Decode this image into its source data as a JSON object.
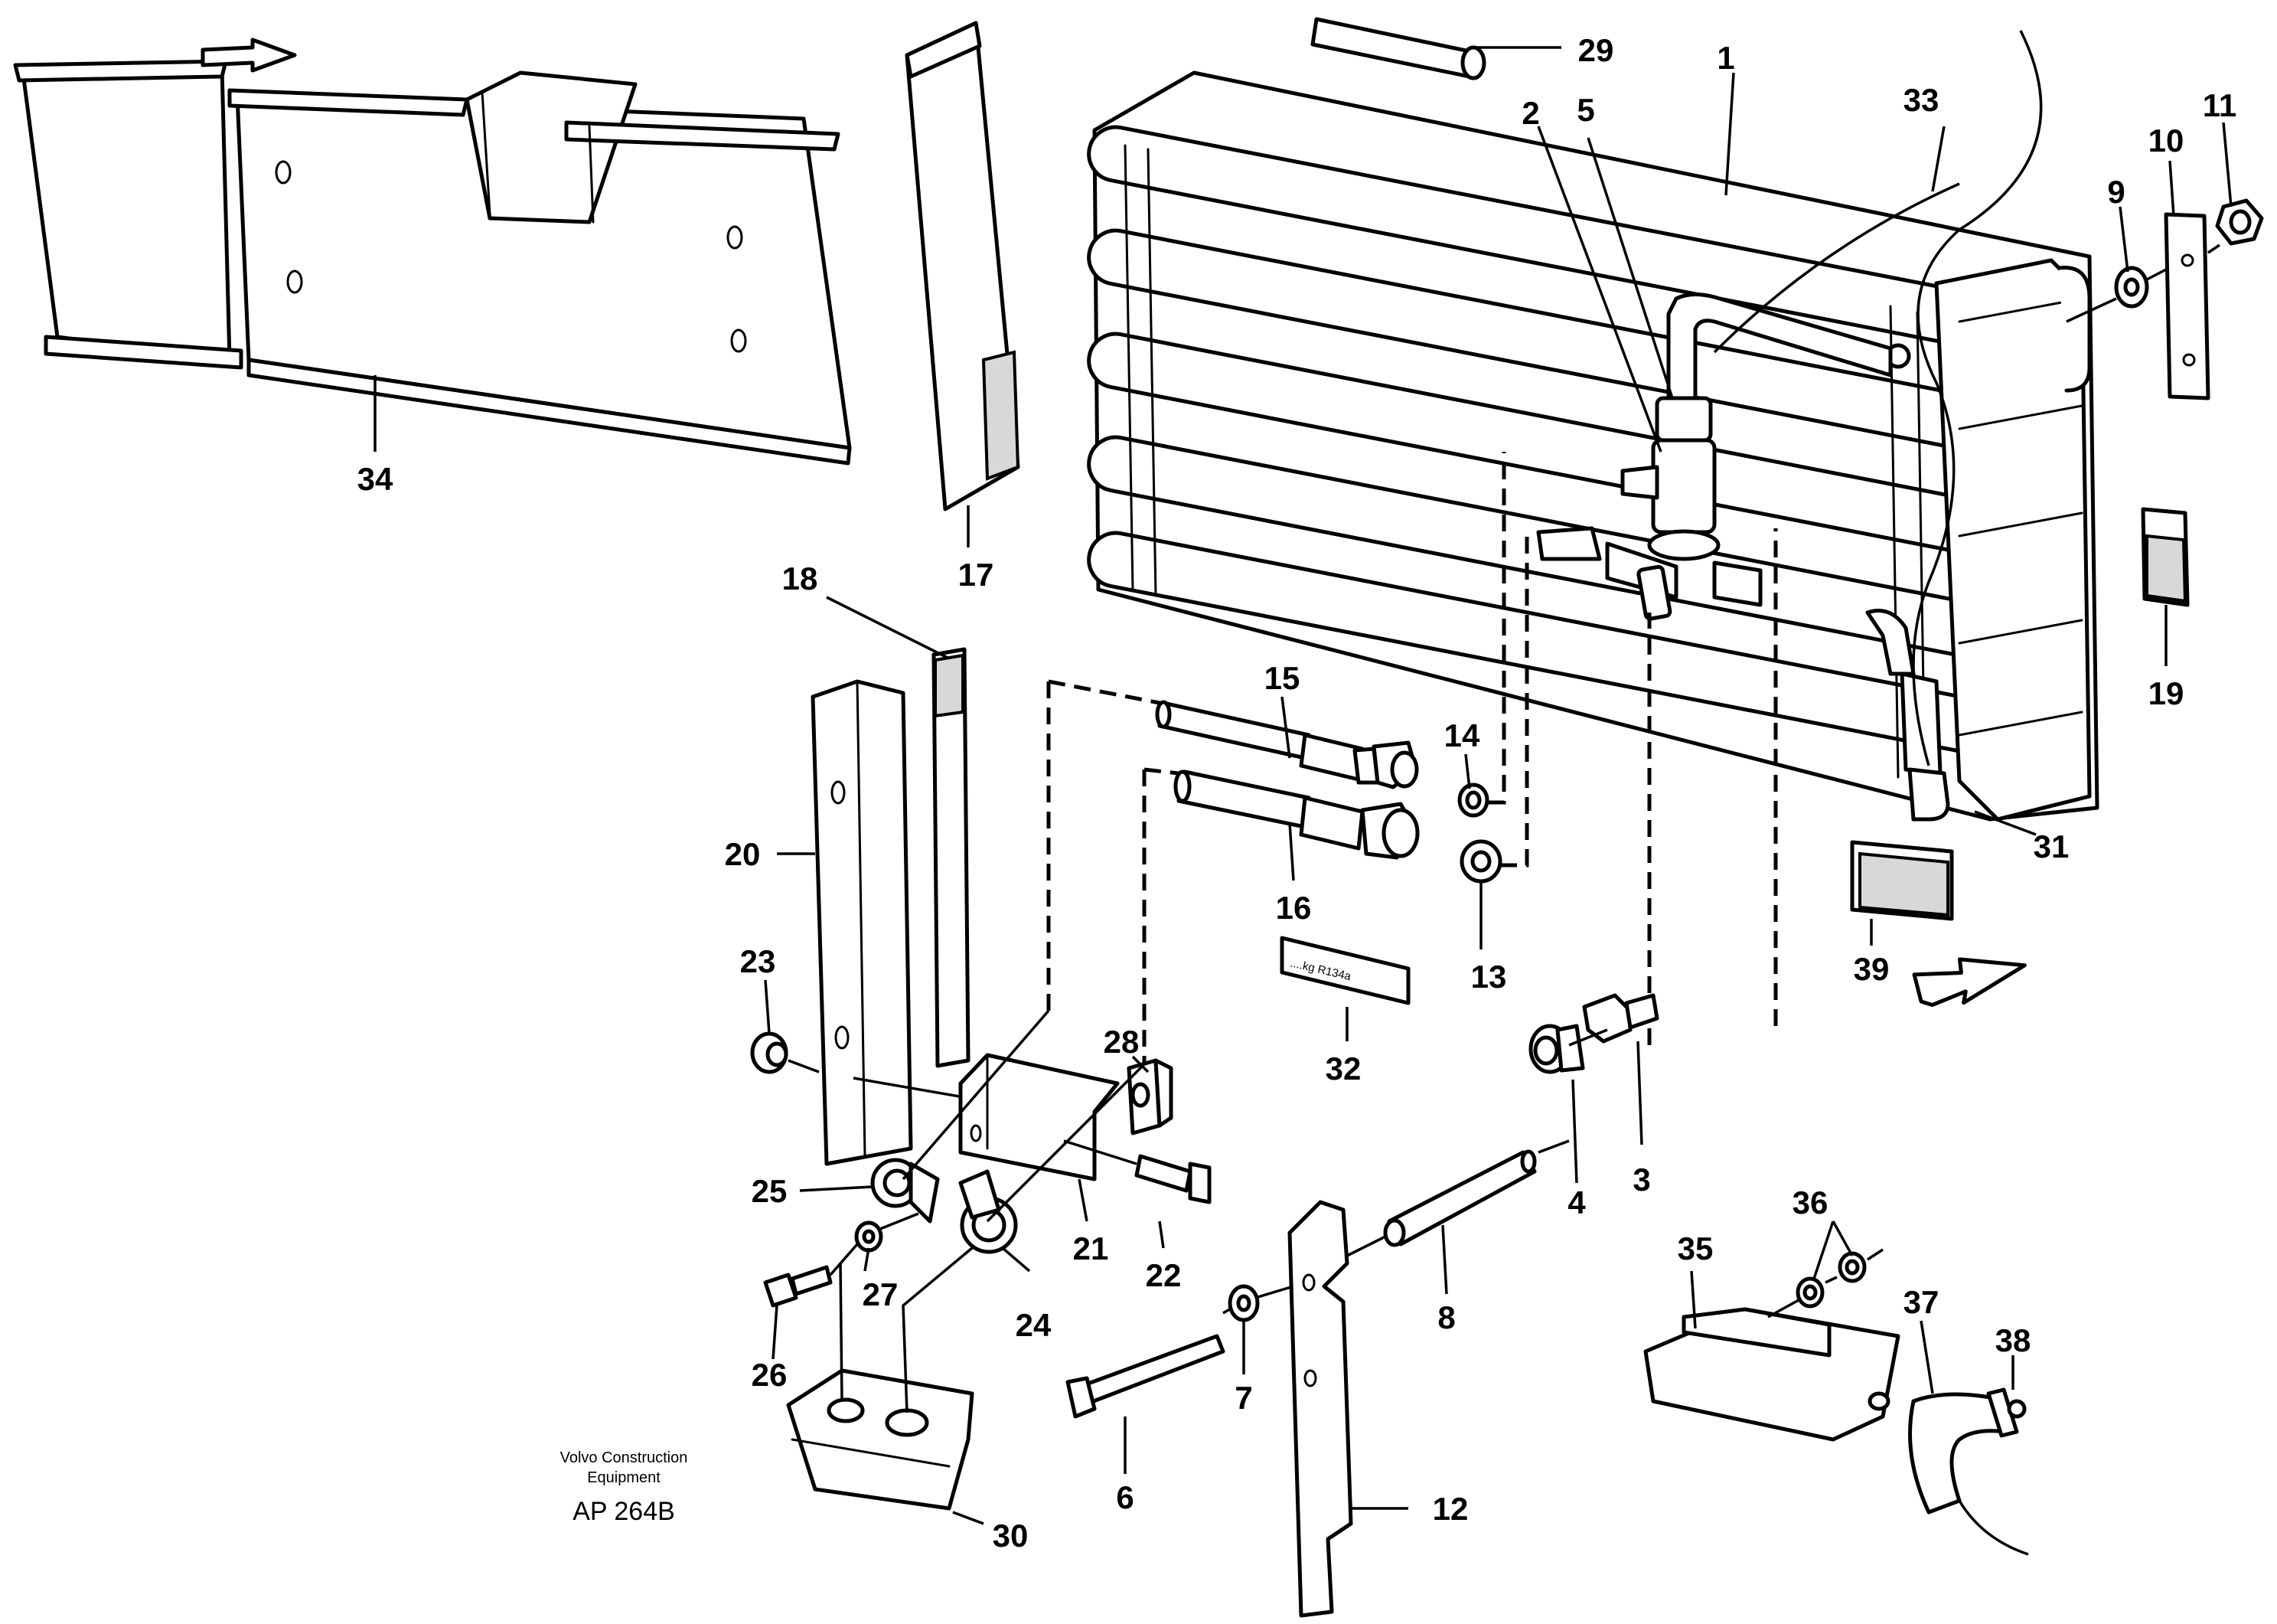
{
  "diagram": {
    "labels": [
      "1",
      "2",
      "3",
      "4",
      "5",
      "6",
      "7",
      "8",
      "9",
      "10",
      "11",
      "12",
      "13",
      "14",
      "15",
      "16",
      "17",
      "18",
      "19",
      "20",
      "21",
      "22",
      "23",
      "24",
      "25",
      "26",
      "27",
      "28",
      "29",
      "30",
      "31",
      "32",
      "33",
      "34",
      "35",
      "36",
      "37",
      "38",
      "39"
    ],
    "brand_line1": "Volvo Construction",
    "brand_line2": "Equipment",
    "reference": "AP 264B",
    "sticker_text": "....kg R134a",
    "colors": {
      "line": "#000000",
      "background": "#ffffff",
      "shade": "#d8d8d8"
    }
  }
}
